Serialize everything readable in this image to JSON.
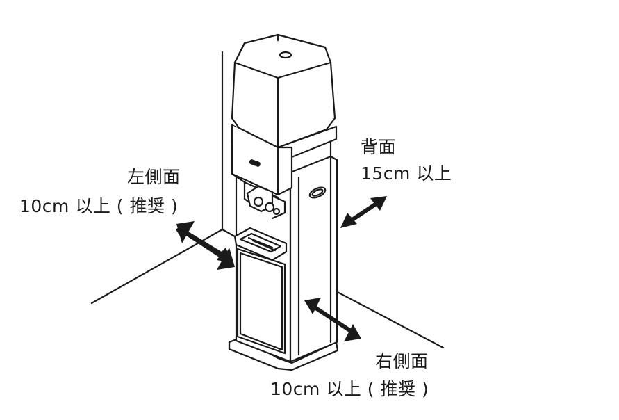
{
  "left_side": {
    "title": "左側面",
    "clearance": "10cm 以上 ( 推奨 )"
  },
  "back_side": {
    "title": "背面",
    "clearance": "15cm 以上"
  },
  "right_side": {
    "title": "右側面",
    "clearance": "10cm 以上 ( 推奨 )"
  },
  "colors": {
    "line": "#1a1a1a",
    "background": "#ffffff"
  }
}
